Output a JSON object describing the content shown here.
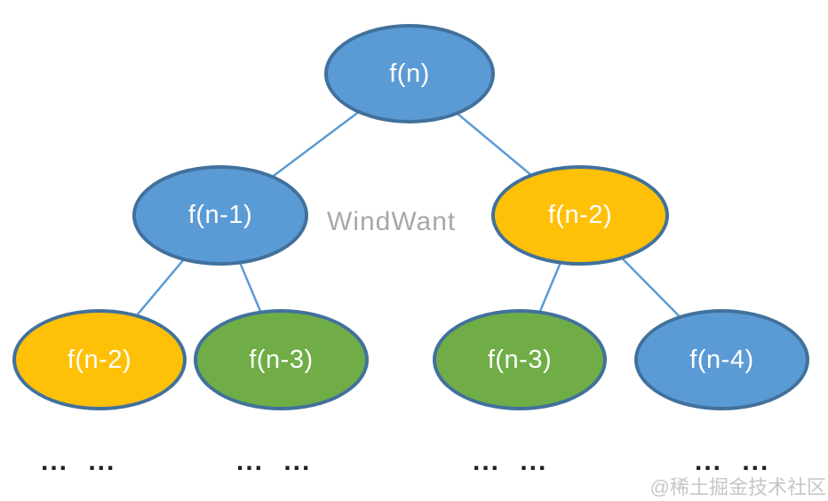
{
  "tree": {
    "root": {
      "label": "f(n)",
      "color": "#5b9bd5"
    },
    "level2": [
      {
        "label": "f(n-1)",
        "color": "#5b9bd5"
      },
      {
        "label": "f(n-2)",
        "color": "#ffc008"
      }
    ],
    "level3": [
      {
        "label": "f(n-2)",
        "color": "#ffc008"
      },
      {
        "label": "f(n-3)",
        "color": "#70ad47"
      },
      {
        "label": "f(n-3)",
        "color": "#70ad47"
      },
      {
        "label": "f(n-4)",
        "color": "#5b9bd5"
      }
    ],
    "ellipsis": [
      "... ...",
      "... ...",
      "... ...",
      "... ..."
    ],
    "colors": {
      "node_border": "#41719c",
      "edge": "#5b9bd5",
      "node_label": "#ffffff"
    }
  },
  "watermarks": {
    "center": "WindWant",
    "bottom_right": "@稀土掘金技术社区"
  }
}
